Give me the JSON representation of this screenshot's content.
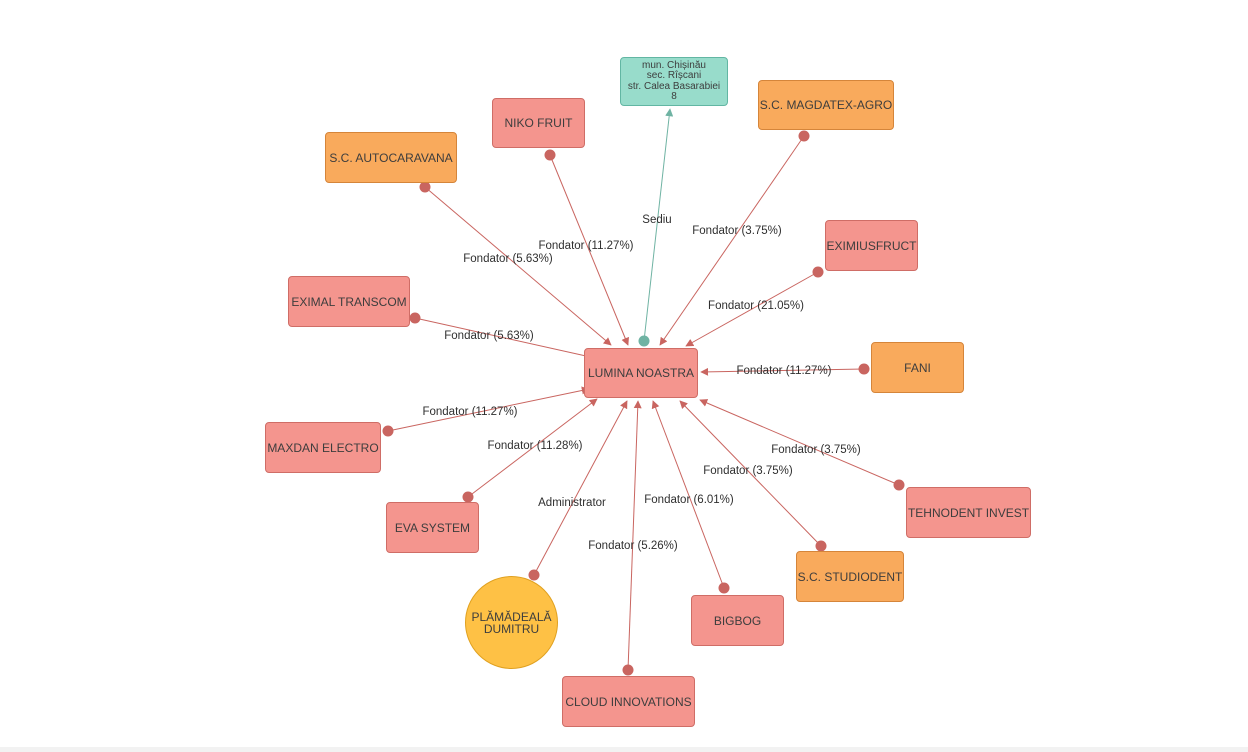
{
  "center": {
    "label": "LUMINA NOASTRA"
  },
  "address": {
    "label": "mun. Chișinău\nsec. Rîșcani\nstr. Calea Basarabiei\n8",
    "edge_label": "Sediu"
  },
  "nodes": [
    {
      "id": "niko-fruit",
      "label": "NIKO FRUIT",
      "kind": "company",
      "edge_label": "Fondator (11.27%)"
    },
    {
      "id": "sc-magdatex-agro",
      "label": "S.C. MAGDATEX-AGRO",
      "kind": "org",
      "edge_label": "Fondator (3.75%)"
    },
    {
      "id": "sc-autocaravana",
      "label": "S.C. AUTOCARAVANA",
      "kind": "org",
      "edge_label": "Fondator (5.63%)"
    },
    {
      "id": "eximiusfruct",
      "label": "EXIMIUSFRUCT",
      "kind": "company",
      "edge_label": "Fondator (21.05%)"
    },
    {
      "id": "eximal-transcom",
      "label": "EXIMAL TRANSCOM",
      "kind": "company",
      "edge_label": "Fondator (5.63%)"
    },
    {
      "id": "fani",
      "label": "FANI",
      "kind": "org",
      "edge_label": "Fondator (11.27%)"
    },
    {
      "id": "maxdan-electro",
      "label": "MAXDAN ELECTRO",
      "kind": "company",
      "edge_label": "Fondator (11.27%)"
    },
    {
      "id": "eva-system",
      "label": "EVA SYSTEM",
      "kind": "company",
      "edge_label": "Fondator (11.28%)"
    },
    {
      "id": "tehnodent-invest",
      "label": "TEHNODENT INVEST",
      "kind": "company",
      "edge_label": "Fondator (3.75%)"
    },
    {
      "id": "sc-studiodent",
      "label": "S.C. STUDIODENT",
      "kind": "org",
      "edge_label": "Fondator (3.75%)"
    },
    {
      "id": "plamadeala-dumitru",
      "label": "PLĂMĂDEALĂ\nDUMITRU",
      "kind": "person",
      "edge_label": "Administrator"
    },
    {
      "id": "bigbog",
      "label": "BIGBOG",
      "kind": "company",
      "edge_label": "Fondator (6.01%)"
    },
    {
      "id": "cloud-innovations",
      "label": "CLOUD INNOVATIONS",
      "kind": "company",
      "edge_label": "Fondator (5.26%)"
    }
  ],
  "colors": {
    "company": "#f4958e",
    "org": "#f9aa5c",
    "person": "#fec145",
    "address": "#98dccb",
    "edge": "#c96560",
    "address_edge": "#6fb3a3"
  }
}
